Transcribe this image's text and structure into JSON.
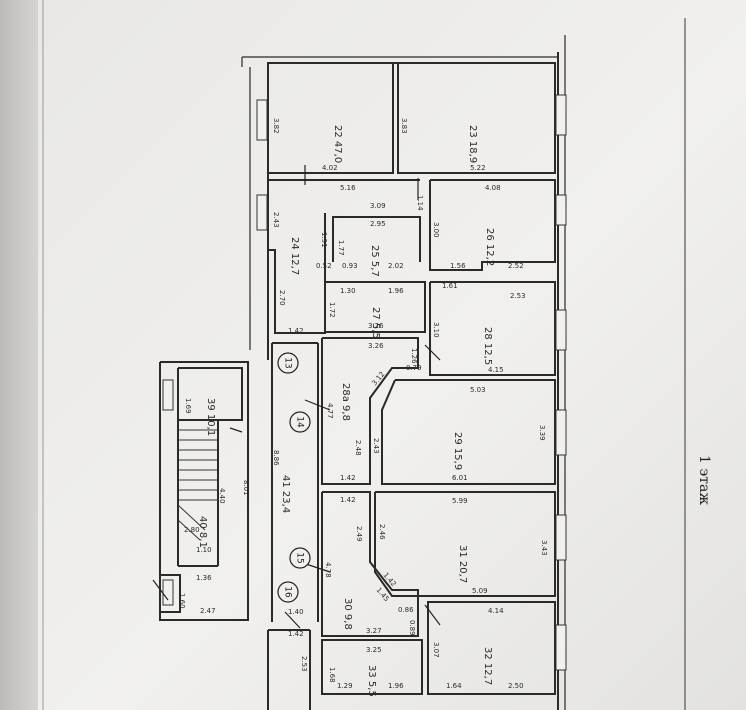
{
  "floor_label": "1 этаж",
  "rooms": [
    {
      "id": "22",
      "area": "47,0"
    },
    {
      "id": "23",
      "area": "18,9"
    },
    {
      "id": "24",
      "area": "12,7"
    },
    {
      "id": "25",
      "area": "5,7"
    },
    {
      "id": "26",
      "area": "12,2"
    },
    {
      "id": "27",
      "area": "5,5"
    },
    {
      "id": "28",
      "area": "12,5"
    },
    {
      "id": "28a",
      "area": "9,8"
    },
    {
      "id": "29",
      "area": "15,9"
    },
    {
      "id": "30",
      "area": "9,8"
    },
    {
      "id": "31",
      "area": "20,7"
    },
    {
      "id": "32",
      "area": "12,7"
    },
    {
      "id": "33",
      "area": "5,5"
    },
    {
      "id": "39",
      "area": "10,1"
    },
    {
      "id": "40",
      "area": "8,1"
    },
    {
      "id": "41",
      "area": "23,4"
    }
  ],
  "circles": [
    "13",
    "14",
    "15",
    "16"
  ],
  "dimensions": {
    "d1": "3.82",
    "d2": "3.83",
    "d3": "4.02",
    "d4": "5.22",
    "d5": "5.16",
    "d6": "1.14",
    "d7": "4.08",
    "d8": "3.09",
    "d9": "2.95",
    "d10": "2.43",
    "d11": "1.91",
    "d12": "1.77",
    "d13": "3.00",
    "d14": "0.52",
    "d15": "0.93",
    "d16": "2.02",
    "d17": "1.56",
    "d18": "2.52",
    "d19": "2.70",
    "d20": "1.30",
    "d21": "1.96",
    "d22": "1.61",
    "d23": "2.53",
    "d24": "1.72",
    "d25": "3.26",
    "d26": "3.10",
    "d27": "1.42",
    "d28": "3.26",
    "d29": "1.26",
    "d30": "0.79",
    "d31": "4.15",
    "d32": "1.69",
    "d33": "4.77",
    "d34": "5.03",
    "d35": "8.86",
    "d36": "2.48",
    "d37": "2.43",
    "d38": "3.39",
    "d39": "8.01",
    "d40": "6.01",
    "d41": "1.42",
    "d42": "4.40",
    "d43": "2.80",
    "d44": "1.42",
    "d45": "5.99",
    "d46": "2.49",
    "d47": "2.46",
    "d48": "3.43",
    "d49": "1.10",
    "d50": "4.78",
    "d51": "1.36",
    "d52": "5.09",
    "d53": "1.60",
    "d54": "2.47",
    "d55": "1.40",
    "d56": "0.86",
    "d57": "4.14",
    "d58": "1.42",
    "d59": "3.27",
    "d60": "2.53",
    "d61": "3.07",
    "d62": "3.25",
    "d63": "1.68",
    "d64": "1.29",
    "d65": "1.96",
    "d66": "1.64",
    "d67": "2.50",
    "d68": "1.45",
    "d69": "1.42",
    "d70": "3.12",
    "d71": "0.89"
  }
}
